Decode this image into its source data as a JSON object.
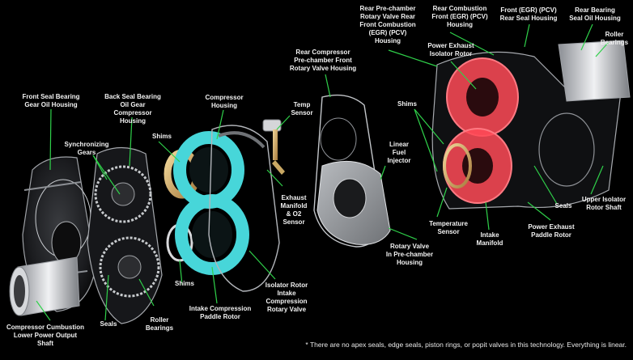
{
  "labels": {
    "front_seal_bearing": "Front Seal Bearing\nGear Oil Housing",
    "back_seal_bearing": "Back Seal Bearing\nOil Gear Compressor\nHousing",
    "compressor_housing": "Compressor\nHousing",
    "synchronizing_gears": "Synchronizing\nGears",
    "shims_top": "Shims",
    "shims_bottom": "Shims",
    "shims_right": "Shims",
    "temp_sensor": "Temp\nSensor",
    "rear_compressor": "Rear Compressor\nPre-chamber Front\nRotary Valve Housing",
    "linear_fuel_injector": "Linear\nFuel\nInjector",
    "exhaust_manifold": "Exhaust\nManifold\n& O2\nSensor",
    "rear_prechamber": "Rear Pre-chamber\nRotary Valve Rear\nFront Combustion\n(EGR) (PCV)\nHousing",
    "rear_combustion": "Rear Combustion\nFront (EGR) (PCV)\nHousing",
    "power_exhaust_isolator": "Power Exhaust\nIsolator Rotor",
    "front_egr_pcv": "Front (EGR) (PCV)\nRear Seal Housing",
    "rear_bearing": "Rear Bearing\nSeal Oil Housing",
    "roller_bearings_top": "Roller\nBearings",
    "seals_right": "Seals",
    "upper_isolator": "Upper Isolator\nRotor Shaft",
    "temperature_sensor": "Temperature\nSensor",
    "intake_manifold": "Intake\nManifold",
    "power_exhaust_paddle": "Power Exhaust\nPaddle Rotor",
    "rotary_valve_prechamber": "Rotary Valve\nIn Pre-chamber\nHousing",
    "isolator_rotor_intake": "Isolator Rotor\nIntake\nCompression\nRotary Valve",
    "intake_compression_paddle": "Intake Compression\nPaddle Rotor",
    "roller_bearings_bottom": "Roller\nBearings",
    "seals_bottom": "Seals",
    "compressor_cumbustion": "Compressor Cumbustion\nLower Power Output\nShaft"
  },
  "footnote": "* There are no apex seals, edge seals, piston rings, or popit valves in this technology. Everything is linear.",
  "colors": {
    "leader": "#2fd14a",
    "cyan_rotor": "#47d6d9",
    "red_rotor": "#ff4a57",
    "housing": "#b9bcc2",
    "background": "#000000"
  }
}
